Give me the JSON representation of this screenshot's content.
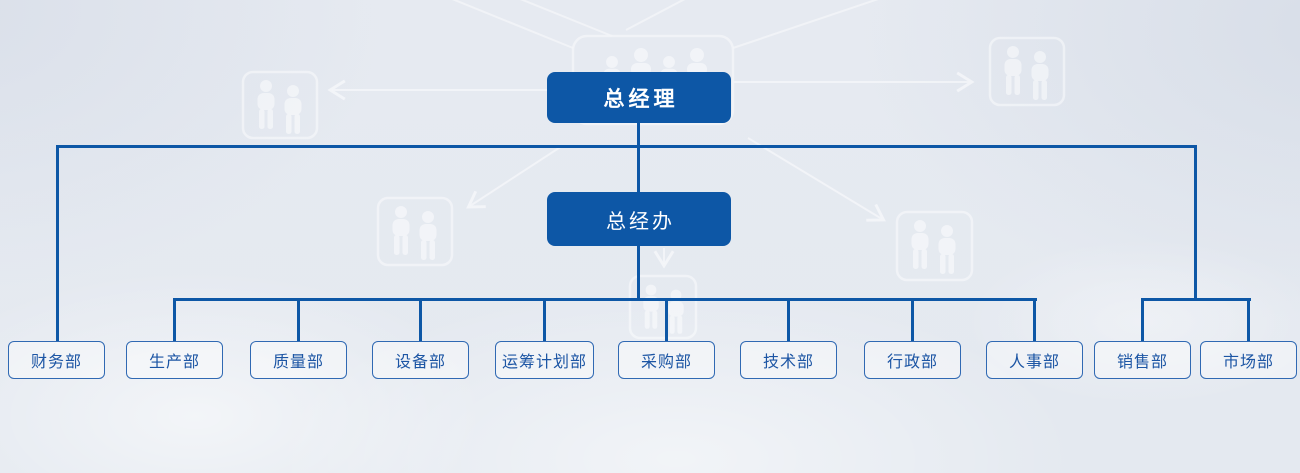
{
  "org_chart": {
    "root": {
      "label": "总经理"
    },
    "secondary": {
      "label": "总经办"
    },
    "departments": [
      {
        "label": "财务部"
      },
      {
        "label": "生产部"
      },
      {
        "label": "质量部"
      },
      {
        "label": "设备部"
      },
      {
        "label": "运筹计划部"
      },
      {
        "label": "采购部"
      },
      {
        "label": "技术部"
      },
      {
        "label": "行政部"
      },
      {
        "label": "人事部"
      },
      {
        "label": "销售部"
      },
      {
        "label": "市场部"
      }
    ],
    "colors": {
      "node_fill": "#0d57a6",
      "node_text_on_fill": "#ffffff",
      "connector": "#0d57a6",
      "department_border": "#3069b3",
      "department_text": "#1c55a4",
      "background": "#e4e9f0"
    }
  },
  "background_decoration": {
    "icons": [
      {
        "name": "team-group-icon-top-center"
      },
      {
        "name": "two-people-icon-upper-left"
      },
      {
        "name": "two-people-icon-upper-right"
      },
      {
        "name": "two-people-icon-mid-left"
      },
      {
        "name": "two-people-icon-mid-right"
      },
      {
        "name": "two-people-icon-bottom-center"
      }
    ],
    "arrows": [
      {
        "name": "arrow-left-icon"
      },
      {
        "name": "arrow-right-icon"
      },
      {
        "name": "arrow-down-left-icon"
      },
      {
        "name": "arrow-down-right-icon"
      },
      {
        "name": "arrow-down-icon"
      }
    ]
  }
}
